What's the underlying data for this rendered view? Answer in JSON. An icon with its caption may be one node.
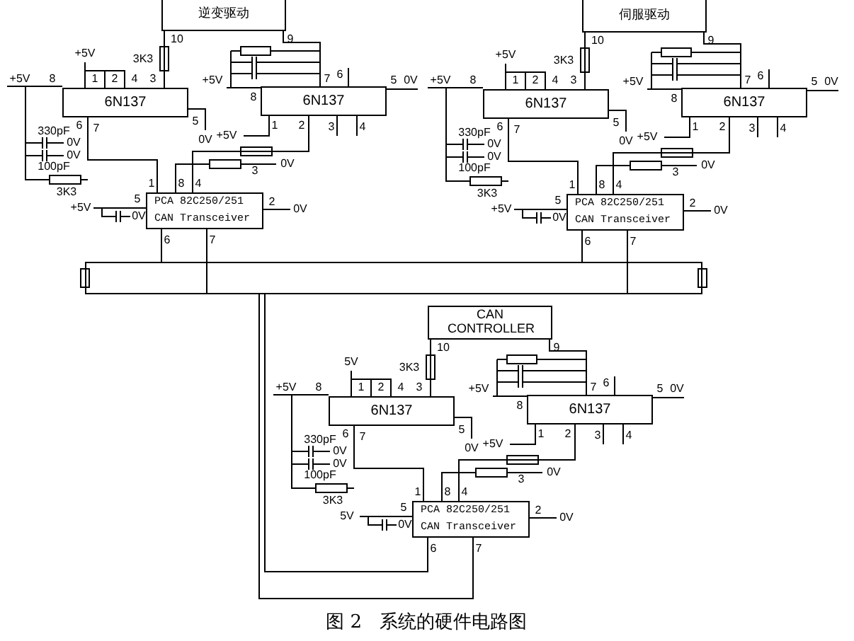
{
  "diagram": {
    "caption": "图 2   系统的硬件电路图",
    "nodes": [
      {
        "text": [
          "逆变驱动"
        ]
      },
      {
        "text": [
          "6N137"
        ]
      },
      {
        "text": [
          "6N137"
        ]
      },
      {
        "text": [
          "PCA 82C250/251",
          "CAN Transceiver"
        ]
      },
      {
        "text": [
          "伺服驱动"
        ]
      },
      {
        "text": [
          "6N137"
        ]
      },
      {
        "text": [
          "6N137"
        ]
      },
      {
        "text": [
          "PCA 82C250/251",
          "CAN Transceiver"
        ]
      },
      {
        "text": [],
        "shape": "bar"
      },
      {
        "text": [
          "CAN CONTROLLER"
        ]
      },
      {
        "text": [
          "6N137"
        ]
      },
      {
        "text": [
          "6N137"
        ]
      },
      {
        "text": [
          "PCA 82C250/251",
          "CAN Transceiver"
        ]
      }
    ],
    "edges": [
      {
        "from": 0,
        "to": 1,
        "arrow": "none"
      },
      {
        "from": 0,
        "to": 2,
        "arrow": "none"
      },
      {
        "from": 1,
        "to": 3,
        "arrow": "none"
      },
      {
        "from": 2,
        "to": 3,
        "arrow": "none"
      },
      {
        "from": 3,
        "to": 8,
        "arrow": "none"
      },
      {
        "from": 3,
        "to": 8,
        "arrow": "none"
      },
      {
        "from": 4,
        "to": 5,
        "arrow": "none"
      },
      {
        "from": 4,
        "to": 6,
        "arrow": "none"
      },
      {
        "from": 5,
        "to": 7,
        "arrow": "none"
      },
      {
        "from": 6,
        "to": 7,
        "arrow": "none"
      },
      {
        "from": 7,
        "to": 8,
        "arrow": "none"
      },
      {
        "from": 7,
        "to": 8,
        "arrow": "none"
      },
      {
        "from": 9,
        "to": 10,
        "arrow": "none"
      },
      {
        "from": 9,
        "to": 11,
        "arrow": "none"
      },
      {
        "from": 10,
        "to": 12,
        "arrow": "none"
      },
      {
        "from": 11,
        "to": 12,
        "arrow": "none"
      },
      {
        "from": 12,
        "to": 8,
        "arrow": "none"
      },
      {
        "from": 12,
        "to": 8,
        "arrow": "none"
      }
    ],
    "labels": [
      "3K3",
      "10",
      "9",
      "+5V",
      "+5V",
      "8",
      "1",
      "2",
      "4",
      "3",
      "+5V",
      "7",
      "6",
      "5",
      "0V",
      "8",
      "5",
      "0V",
      "6",
      "7",
      "330pF",
      "0V",
      "0V",
      "100pF",
      "3K3",
      "+5V",
      "1",
      "2",
      "3",
      "4",
      "3",
      "0V",
      "1",
      "8",
      "4",
      "5",
      "+5V",
      "0V",
      "2",
      "0V",
      "6",
      "7",
      "3K3",
      "10",
      "9",
      "+5V",
      "+5V",
      "8",
      "1",
      "2",
      "4",
      "3",
      "+5V",
      "7",
      "6",
      "5",
      "0V",
      "8",
      "5",
      "0V",
      "6",
      "7",
      "330pF",
      "0V",
      "0V",
      "100pF",
      "3K3",
      "+5V",
      "1",
      "2",
      "3",
      "4",
      "3",
      "0V",
      "1",
      "8",
      "4",
      "5",
      "+5V",
      "0V",
      "2",
      "0V",
      "6",
      "7",
      "3K3",
      "10",
      "9",
      "5V",
      "+5V",
      "8",
      "1",
      "2",
      "4",
      "3",
      "+5V",
      "7",
      "6",
      "5",
      "0V",
      "8",
      "5",
      "0V",
      "6",
      "7",
      "330pF",
      "0V",
      "0V",
      "100pF",
      "3K3",
      "+5V",
      "1",
      "2",
      "3",
      "4",
      "3",
      "0V",
      "1",
      "8",
      "4",
      "5",
      "5V",
      "0V",
      "2",
      "0V",
      "6",
      "7"
    ]
  }
}
